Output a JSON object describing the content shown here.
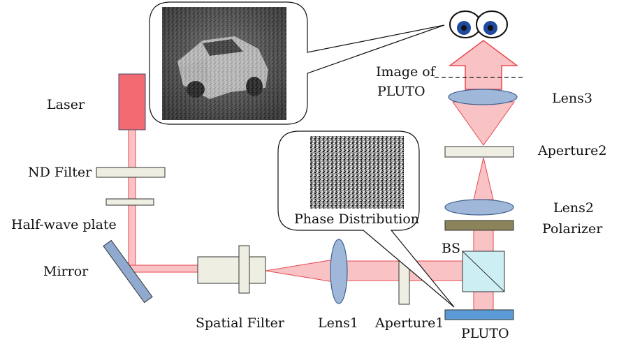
{
  "labels": {
    "laser": "Laser",
    "nd_filter": "ND Filter",
    "half_wave_plate": "Half-wave plate",
    "mirror": "Mirror",
    "spatial_filter": "Spatial Filter",
    "lens1": "Lens1",
    "aperture1": "Aperture1",
    "pluto": "PLUTO",
    "bs": "BS",
    "polarizer": "Polarizer",
    "lens2": "Lens2",
    "aperture2": "Aperture2",
    "lens3": "Lens3",
    "image_of_line1": "Image of",
    "image_of_line2": "PLUTO",
    "phase_distribution": "Phase Distribution"
  },
  "colors": {
    "beam_fill": "#f9c3c5",
    "beam_stroke": "#e8474e",
    "laser_body": "#f26b73",
    "lens_fill": "#9fb7d9",
    "lens_stroke": "#3f5f8f",
    "optic_fill": "#efeee2",
    "polarizer_fill": "#8b835a",
    "bs_fill": "#cdeff4",
    "pluto_fill": "#5b9bd5",
    "mirror_fill": "#8fa9cf",
    "eye_iris": "#1f4aa0"
  },
  "icons": {
    "eyes": "eyes-icon",
    "car_photo": "car-photo",
    "speckle": "speckle-pattern"
  }
}
